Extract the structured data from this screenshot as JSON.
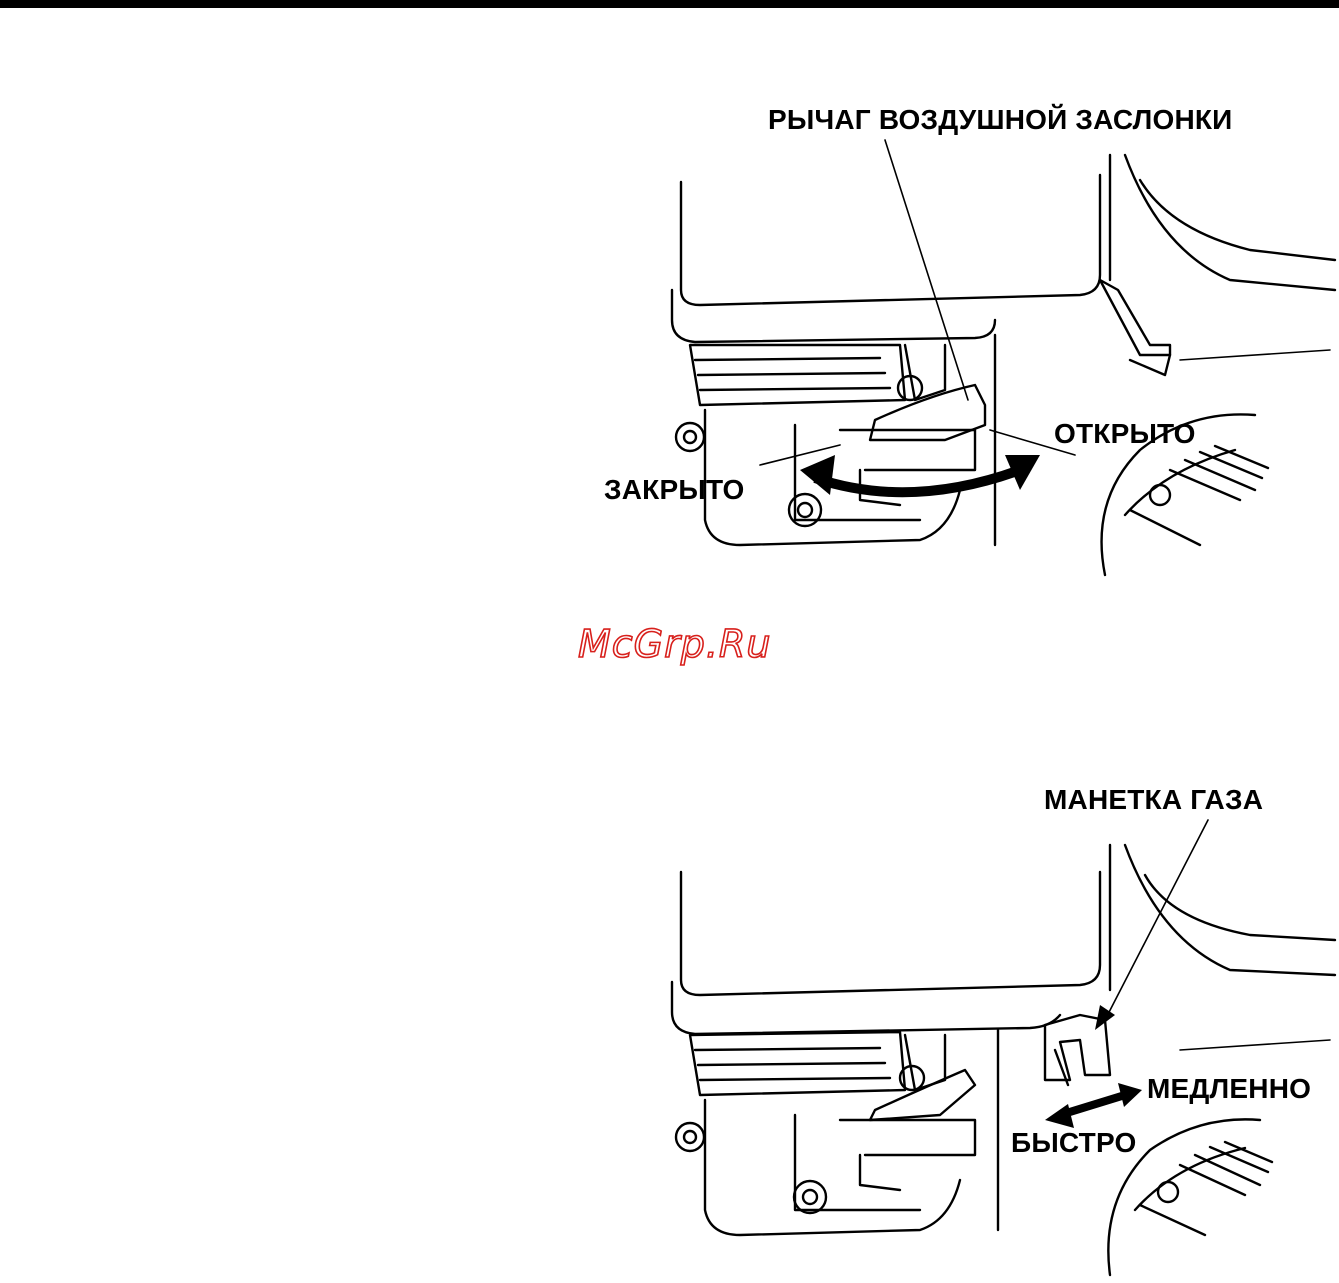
{
  "figure1": {
    "lever_label": "РЫЧАГ ВОЗДУШНОЙ ЗАСЛОНКИ",
    "open_label": "ОТКРЫТО",
    "closed_label": "ЗАКРЫТО"
  },
  "watermark": {
    "text": "McGrp.Ru",
    "color": "#d8201c"
  },
  "figure2": {
    "lever_label": "МАНЕТКА ГАЗА",
    "slow_label": "МЕДЛЕННО",
    "fast_label": "БЫСТРО"
  }
}
